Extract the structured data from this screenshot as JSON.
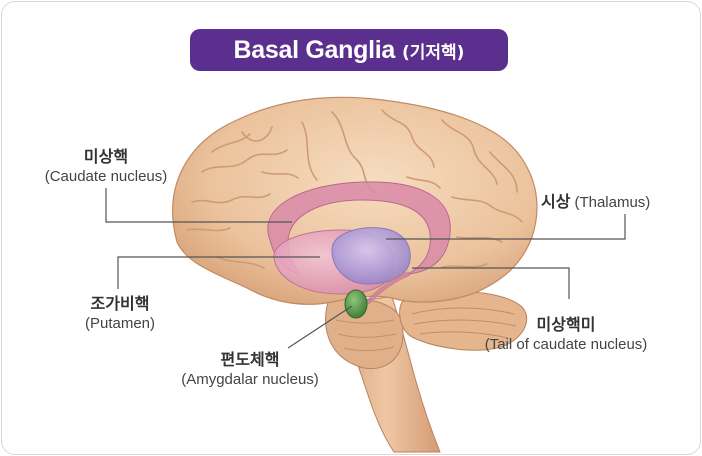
{
  "title": {
    "main": "Basal Ganglia",
    "sub": "(기저핵)"
  },
  "labels": {
    "caudate": {
      "ko": "미상핵",
      "en": "(Caudate nucleus)"
    },
    "thalamus": {
      "ko": "시상",
      "en": "(Thalamus)"
    },
    "putamen": {
      "ko": "조가비핵",
      "en": "(Putamen)"
    },
    "tail": {
      "ko": "미상핵미",
      "en": "(Tail of caudate nucleus)"
    },
    "amygdala": {
      "ko": "편도체핵",
      "en": "(Amygdalar nucleus)"
    }
  },
  "colors": {
    "title_bg": "#5a2f8e",
    "brain": "#ecc7a4",
    "caudate": "#d98aa8",
    "putamen": "#e7a6c0",
    "thalamus": "#b7a6d9",
    "amygdala": "#5c9a4c"
  }
}
